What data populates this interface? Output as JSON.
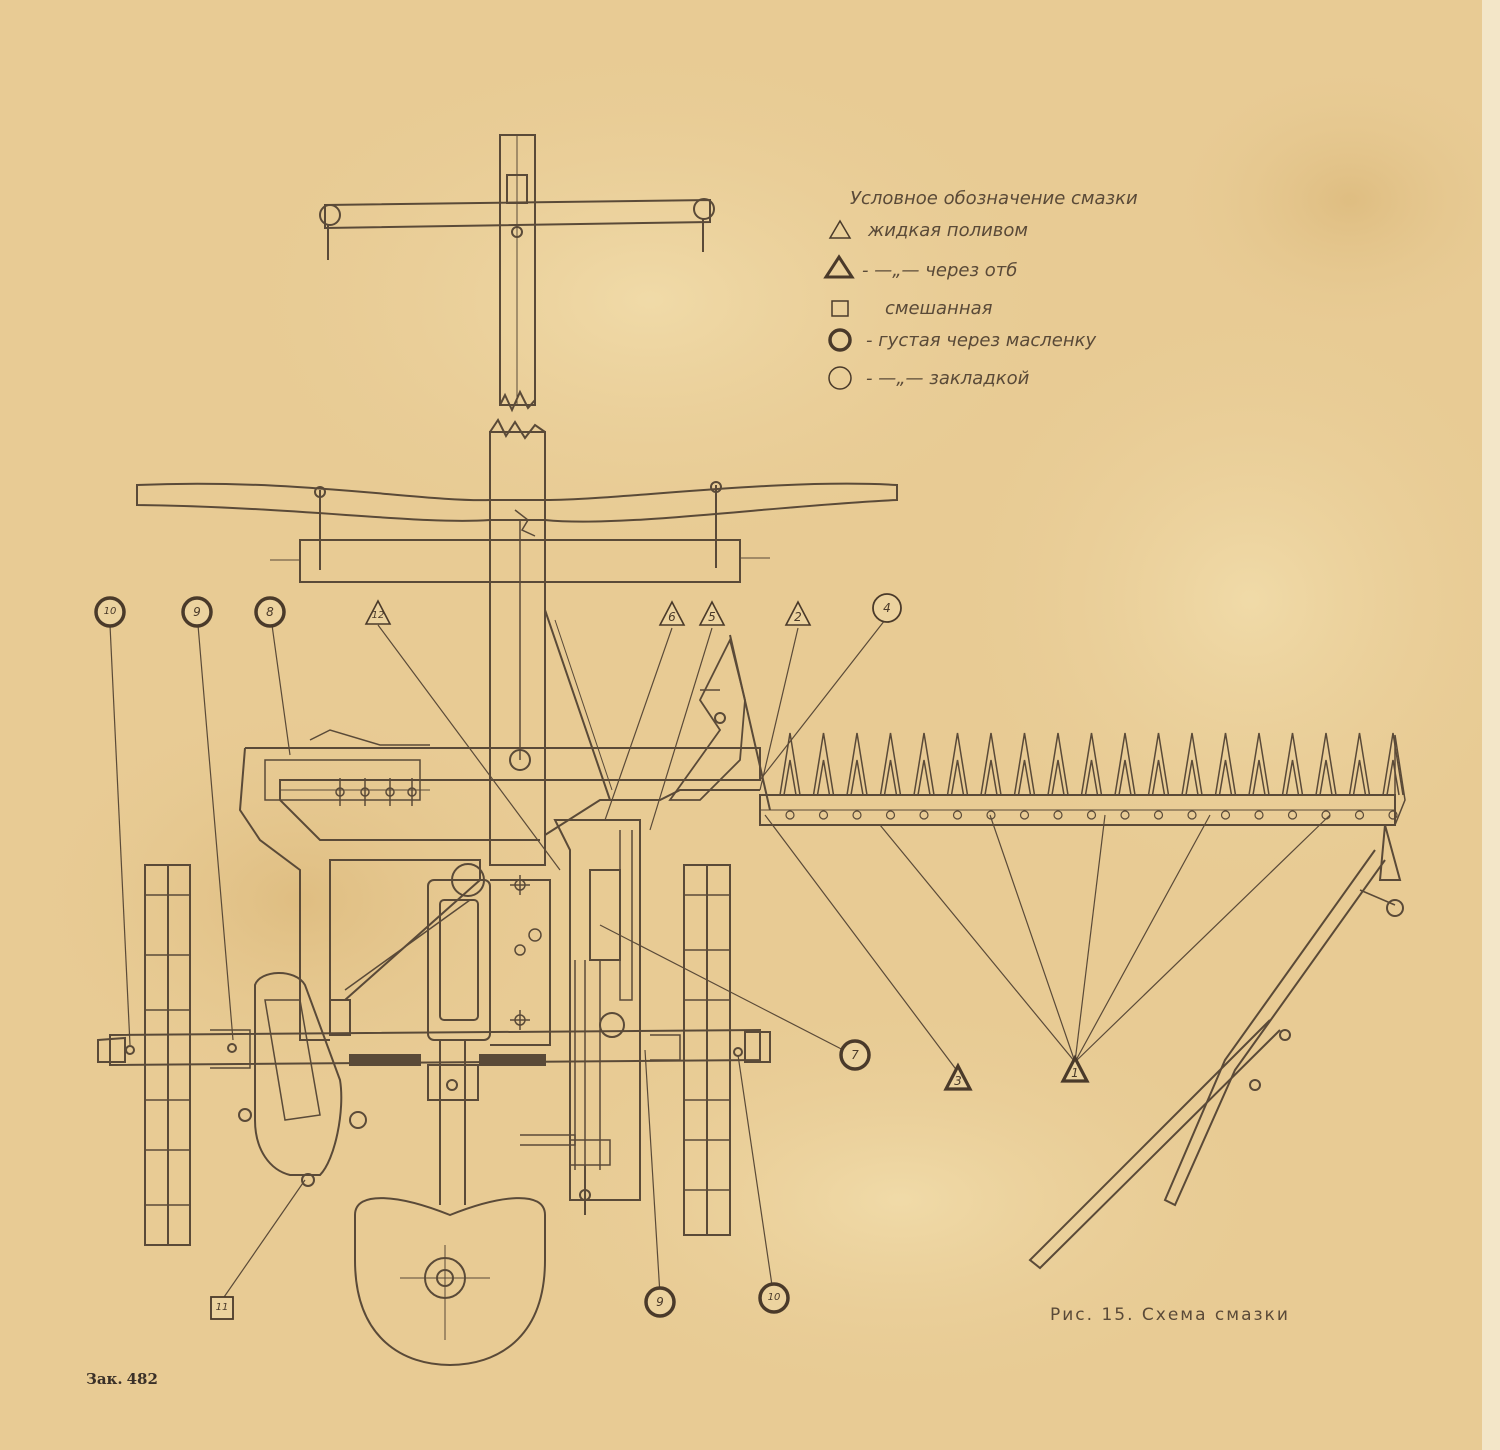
{
  "legend": {
    "title": "Условное обозначение смазки",
    "items": [
      {
        "symbol": "triangle-thin",
        "text": "жидкая поливом"
      },
      {
        "symbol": "triangle-bold",
        "text": "- —„— через отб"
      },
      {
        "symbol": "square",
        "text": "смешанная"
      },
      {
        "symbol": "circle-bold",
        "text": "- густая через масленку"
      },
      {
        "symbol": "circle-thin",
        "text": "- —„— закладкой"
      }
    ]
  },
  "markers": [
    {
      "id": "m10-top",
      "label": "10",
      "shape": "circle-bold"
    },
    {
      "id": "m9-top",
      "label": "9",
      "shape": "circle-bold"
    },
    {
      "id": "m8-top",
      "label": "8",
      "shape": "circle-bold"
    },
    {
      "id": "m12-top",
      "label": "12",
      "shape": "triangle-thin"
    },
    {
      "id": "m6-top",
      "label": "6",
      "shape": "triangle-thin"
    },
    {
      "id": "m5-top",
      "label": "5",
      "shape": "triangle-thin"
    },
    {
      "id": "m2-top",
      "label": "2",
      "shape": "triangle-thin"
    },
    {
      "id": "m4-top",
      "label": "4",
      "shape": "circle-thin"
    },
    {
      "id": "m7-right",
      "label": "7",
      "shape": "circle-bold"
    },
    {
      "id": "m3-bottom",
      "label": "3",
      "shape": "triangle-bold"
    },
    {
      "id": "m1-bottom",
      "label": "1",
      "shape": "triangle-bold"
    },
    {
      "id": "m11-bottom",
      "label": "11",
      "shape": "square"
    },
    {
      "id": "m9-bottom",
      "label": "9",
      "shape": "circle-bold"
    },
    {
      "id": "m10-bottom",
      "label": "10",
      "shape": "circle-bold"
    }
  ],
  "caption": "Рис. 15. Схема смазки",
  "order_note": {
    "prefix": "Зак.",
    "number": "482"
  },
  "colors": {
    "ink": "#5a4a38",
    "paper": "#e9cd97",
    "stain": "#d9b878"
  }
}
